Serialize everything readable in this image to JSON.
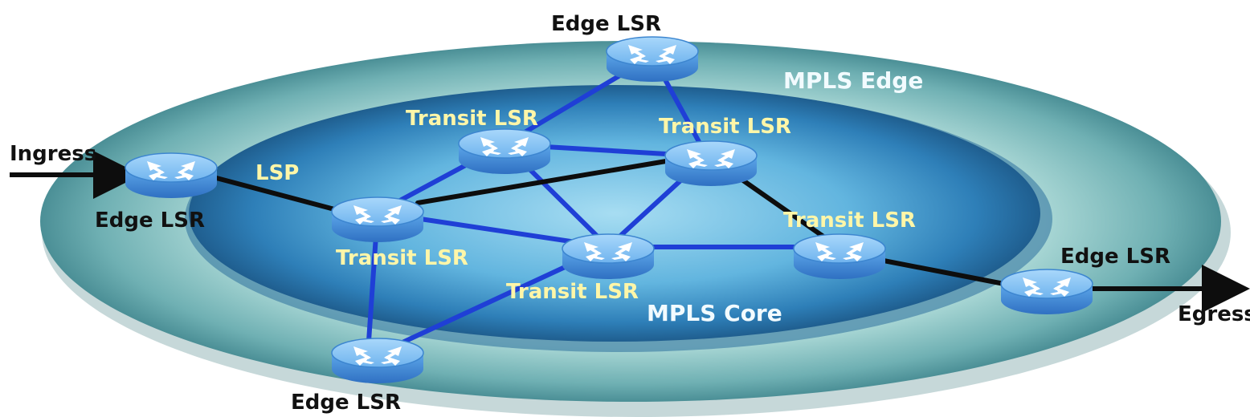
{
  "labels": {
    "ingress": "Ingress",
    "egress": "Egress",
    "lsp": "LSP",
    "mpls_edge": "MPLS Edge",
    "mpls_core": "MPLS Core",
    "edge_top": "Edge LSR",
    "edge_left": "Edge LSR",
    "edge_bottom": "Edge LSR",
    "edge_right": "Edge LSR",
    "transit_upper_left": "Transit LSR",
    "transit_upper_right": "Transit LSR",
    "transit_left": "Transit LSR",
    "transit_center": "Transit LSR",
    "transit_right": "Transit LSR"
  },
  "colors": {
    "link": "#1f3fd6",
    "lsp_path": "#0d0d0d",
    "router_body": "#4f9be4",
    "router_top": "#7fc0f4",
    "outer_ring": "#8cc6c6",
    "core": "#3f93c6"
  }
}
